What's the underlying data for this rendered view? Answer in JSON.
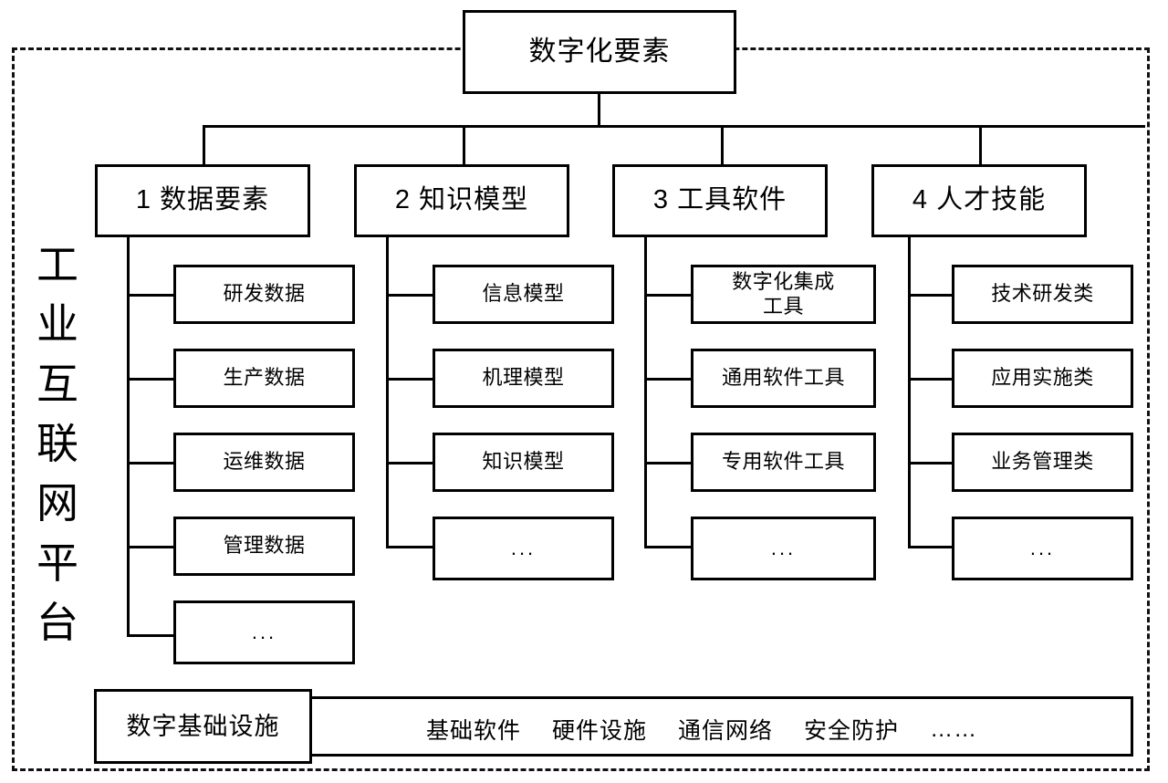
{
  "diagram": {
    "platform_label": "工业互联网平台",
    "platform_label_chars": [
      "工",
      "业",
      "互",
      "联",
      "网",
      "平",
      "台"
    ],
    "root": {
      "label": "数字化要素"
    },
    "categories": [
      {
        "label": "1 数据要素",
        "children": [
          {
            "label": "研发数据"
          },
          {
            "label": "生产数据"
          },
          {
            "label": "运维数据"
          },
          {
            "label": "管理数据"
          },
          {
            "label": "..."
          }
        ]
      },
      {
        "label": "2 知识模型",
        "children": [
          {
            "label": "信息模型"
          },
          {
            "label": "机理模型"
          },
          {
            "label": "知识模型"
          },
          {
            "label": "..."
          }
        ]
      },
      {
        "label": "3 工具软件",
        "children": [
          {
            "label": "数字化集成",
            "label2": "工具"
          },
          {
            "label": "通用软件工具"
          },
          {
            "label": "专用软件工具"
          },
          {
            "label": "..."
          }
        ]
      },
      {
        "label": "4 人才技能",
        "children": [
          {
            "label": "技术研发类"
          },
          {
            "label": "应用实施类"
          },
          {
            "label": "业务管理类"
          },
          {
            "label": "..."
          }
        ]
      }
    ],
    "infrastructure": {
      "label": "数字基础设施",
      "items": [
        "基础软件",
        "硬件设施",
        "通信网络",
        "安全防护",
        "……"
      ]
    }
  },
  "colors": {
    "stroke": "#000000",
    "background": "#ffffff",
    "dashed_border": "#111111"
  }
}
